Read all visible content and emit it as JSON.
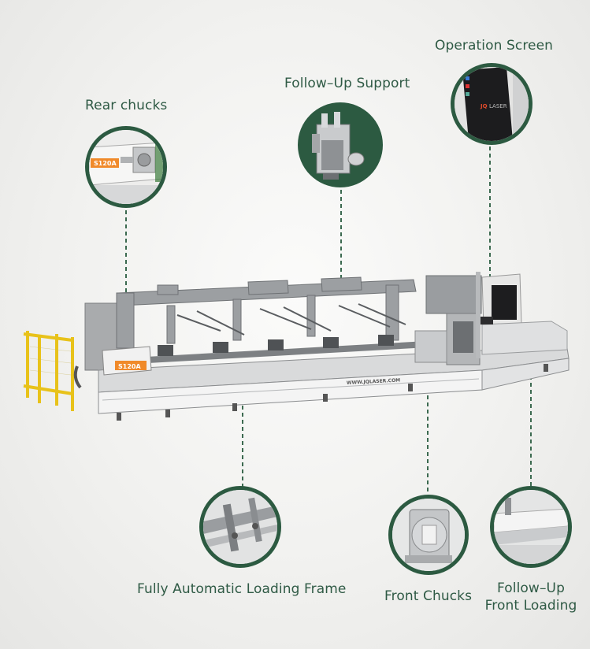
{
  "callouts": {
    "rear_chucks": "Rear chucks",
    "follow_up_support": "Follow–Up Support",
    "operation_screen": "Operation Screen",
    "loading_frame": "Fully Automatic Loading Frame",
    "front_chucks": "Front Chucks",
    "front_loading_line1": "Follow–Up",
    "front_loading_line2": "Front Loading"
  },
  "machine": {
    "model_badge": "S120A",
    "website": "WWW.JQLASER.COM",
    "screen_brand": "LASER",
    "screen_brand_prefix": "JQ"
  },
  "colors": {
    "accent_green": "#2c5a41",
    "label_green": "#2f5a45",
    "badge_orange": "#f08a2a"
  }
}
